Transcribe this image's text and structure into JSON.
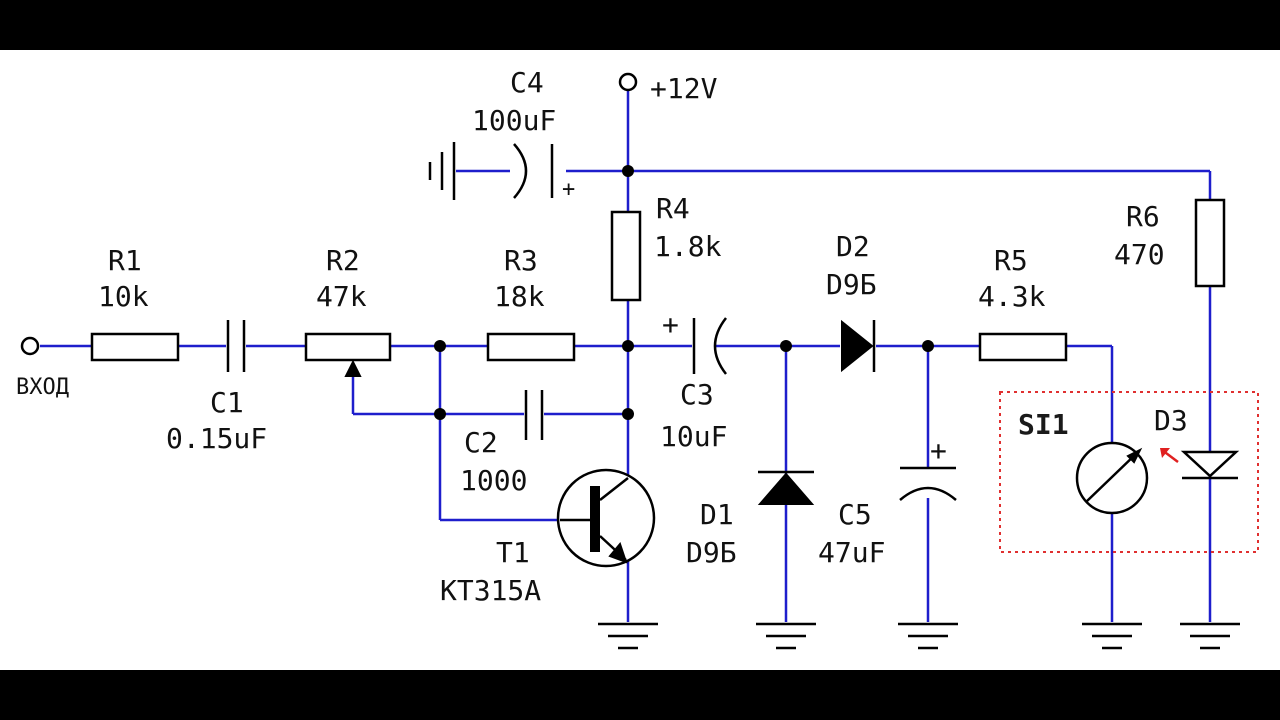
{
  "supply": "+12V",
  "input_label": "ВХОД",
  "components": {
    "r1": {
      "ref": "R1",
      "value": "10k"
    },
    "r2": {
      "ref": "R2",
      "value": "47k"
    },
    "r3": {
      "ref": "R3",
      "value": "18k"
    },
    "r4": {
      "ref": "R4",
      "value": "1.8k"
    },
    "r5": {
      "ref": "R5",
      "value": "4.3k"
    },
    "r6": {
      "ref": "R6",
      "value": "470"
    },
    "c1": {
      "ref": "C1",
      "value": "0.15uF"
    },
    "c2": {
      "ref": "C2",
      "value": "1000"
    },
    "c3": {
      "ref": "C3",
      "value": "10uF"
    },
    "c4": {
      "ref": "C4",
      "value": "100uF"
    },
    "c5": {
      "ref": "C5",
      "value": "47uF"
    },
    "d1": {
      "ref": "D1",
      "value": "D9Б"
    },
    "d2": {
      "ref": "D2",
      "value": "D9Б"
    },
    "d3": {
      "ref": "D3"
    },
    "t1": {
      "ref": "T1",
      "value": "KT315A"
    },
    "si1": {
      "ref": "SI1"
    }
  },
  "polarity_mark": "+",
  "colors": {
    "wire": "#1e1ecc",
    "frame": "#e03030",
    "background": "#ffffff",
    "letterbox": "#000000"
  }
}
